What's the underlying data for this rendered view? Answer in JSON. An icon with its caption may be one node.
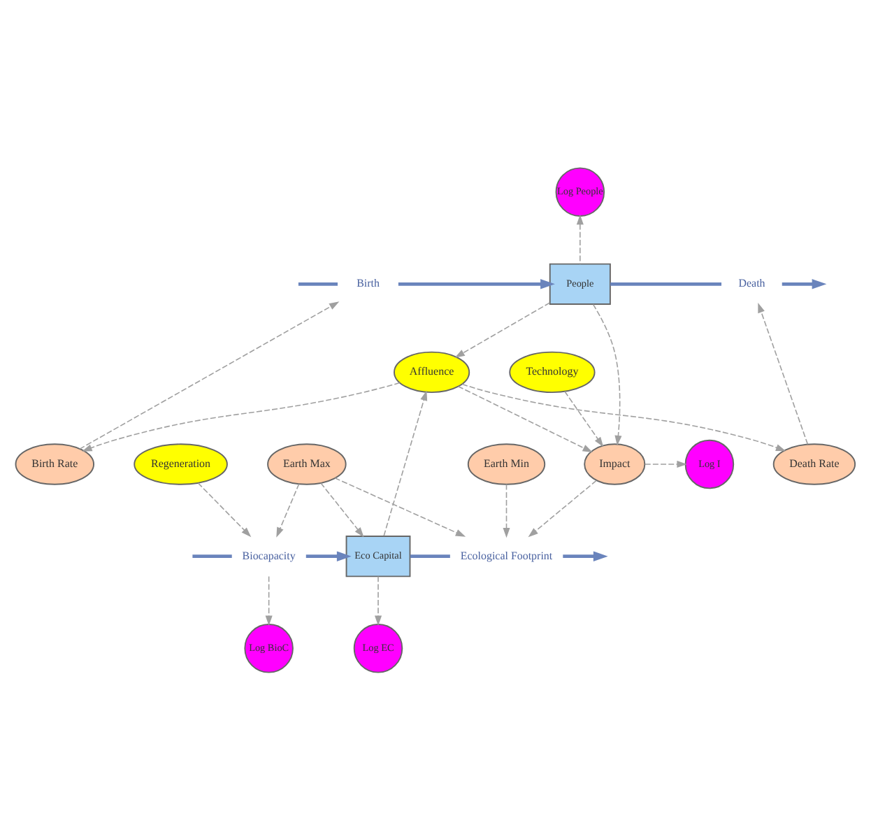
{
  "diagram": {
    "nodes": [
      {
        "text": [
          "Log People"
        ]
      },
      {
        "text": [
          "Birth"
        ]
      },
      {
        "text": [
          "People"
        ]
      },
      {
        "text": [
          "Death"
        ]
      },
      {
        "text": [
          "Birth Rate"
        ]
      },
      {
        "text": [
          "Death Rate"
        ]
      },
      {
        "text": [
          "Affluence"
        ]
      },
      {
        "text": [
          "Technology"
        ]
      },
      {
        "text": [
          "Regeneration"
        ]
      },
      {
        "text": [
          "Impact"
        ]
      },
      {
        "text": [
          "Log I"
        ]
      },
      {
        "text": [
          "Biocapacity"
        ]
      },
      {
        "text": [
          "Eco Capital"
        ]
      },
      {
        "text": [
          "Ecological Footprint"
        ]
      },
      {
        "text": [
          "Log BioC"
        ]
      },
      {
        "text": [
          "Earth Max"
        ]
      },
      {
        "text": [
          "Earth Min"
        ]
      },
      {
        "text": [
          "Log EC"
        ]
      }
    ],
    "edges": [
      {
        "from": null,
        "to": 1,
        "arrow": "none",
        "style": "thick",
        "color": "#6a84bc"
      },
      {
        "from": 1,
        "to": 2,
        "arrow": "to",
        "style": "thick",
        "color": "#6a84bc"
      },
      {
        "from": 2,
        "to": 3,
        "arrow": "none",
        "style": "thick",
        "color": "#6a84bc"
      },
      {
        "from": 3,
        "to": null,
        "arrow": "to",
        "style": "thick",
        "color": "#6a84bc"
      },
      {
        "from": 2,
        "to": 0,
        "arrow": "to",
        "style": "dashed"
      },
      {
        "from": 4,
        "to": 1,
        "arrow": "to",
        "style": "dashed"
      },
      {
        "from": 5,
        "to": 3,
        "arrow": "to",
        "style": "dashed"
      },
      {
        "from": 2,
        "to": 6,
        "arrow": "to",
        "style": "dashed"
      },
      {
        "from": 2,
        "to": 9,
        "arrow": "to",
        "style": "dashed"
      },
      {
        "from": 6,
        "to": 4,
        "arrow": "to",
        "style": "dashed"
      },
      {
        "from": 6,
        "to": 5,
        "arrow": "to",
        "style": "dashed"
      },
      {
        "from": 6,
        "to": 9,
        "arrow": "to",
        "style": "dashed"
      },
      {
        "from": 7,
        "to": 9,
        "arrow": "to",
        "style": "dashed"
      },
      {
        "from": 9,
        "to": 10,
        "arrow": "to",
        "style": "dashed"
      },
      {
        "from": 12,
        "to": 6,
        "arrow": "to",
        "style": "dashed"
      },
      {
        "from": 8,
        "to": 11,
        "arrow": "to",
        "style": "dashed"
      },
      {
        "from": 9,
        "to": 13,
        "arrow": "to",
        "style": "dashed"
      },
      {
        "from": null,
        "to": 11,
        "arrow": "none",
        "style": "thick",
        "color": "#6a84bc"
      },
      {
        "from": 11,
        "to": 12,
        "arrow": "to",
        "style": "thick",
        "color": "#6a84bc"
      },
      {
        "from": 12,
        "to": 13,
        "arrow": "none",
        "style": "thick",
        "color": "#6a84bc"
      },
      {
        "from": 13,
        "to": null,
        "arrow": "to",
        "style": "thick",
        "color": "#6a84bc"
      },
      {
        "from": 11,
        "to": 14,
        "arrow": "to",
        "style": "dashed"
      },
      {
        "from": 15,
        "to": 11,
        "arrow": "to",
        "style": "dashed"
      },
      {
        "from": 15,
        "to": 12,
        "arrow": "to",
        "style": "dashed"
      },
      {
        "from": 15,
        "to": 13,
        "arrow": "to",
        "style": "dashed"
      },
      {
        "from": 16,
        "to": 13,
        "arrow": "to",
        "style": "dashed"
      },
      {
        "from": 12,
        "to": 17,
        "arrow": "to",
        "style": "dashed"
      }
    ]
  }
}
